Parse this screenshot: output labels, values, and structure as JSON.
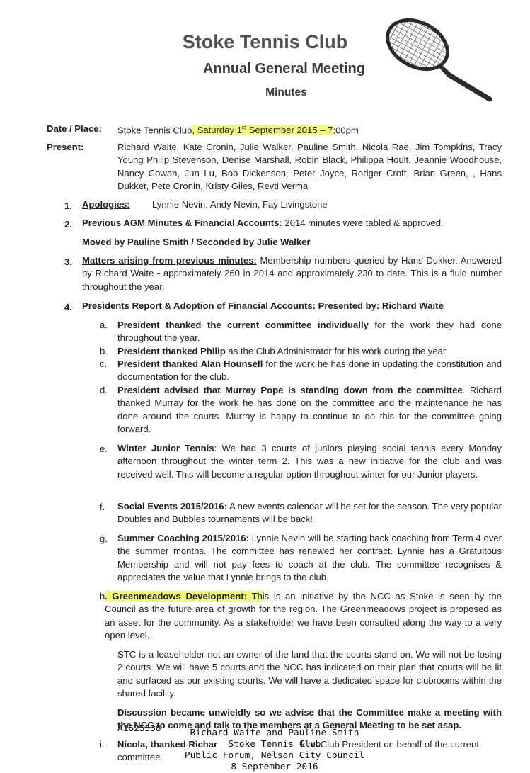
{
  "header": {
    "club_name": "Stoke Tennis Club",
    "meeting": "Annual General Meeting",
    "doc_type": "Minutes"
  },
  "date_place": {
    "label": "Date / Place:",
    "value_a": "Stoke Tennis Club",
    "value_b": ", Saturday 1",
    "value_sup": "st",
    "value_c": " September 2015 – 7",
    "value_d": ":00pm"
  },
  "present": {
    "label": "Present:",
    "names": "Richard Waite, Kate Cronin, Julie Walker, Pauline Smith, Nicola Rae, Jim Tompkins, Tracy Young Philip Stevenson, Denise Marshall, Robin Black, Philippa Hoult, Jeannie Woodhouse, Nancy Cowan, Jun Lu, Bob Dickenson, Peter Joyce, Rodger Croft, Brian Green, , Hans Dukker, Pete Cronin, Kristy Giles, Revti Verma"
  },
  "items": {
    "i1": {
      "num": "1.",
      "heading": "Apologies:",
      "text": "Lynnie Nevin, Andy Nevin, Fay Livingstone"
    },
    "i2": {
      "num": "2.",
      "heading": "Previous AGM Minutes & Financial Accounts:",
      "text": " 2014 minutes were tabled & approved.",
      "moved": "Moved by Pauline Smith / Seconded by Julie Walker"
    },
    "i3": {
      "num": "3.",
      "heading": "Matters arising from previous minutes:",
      "text": " Membership numbers queried by Hans Dukker. Answered by Richard Waite - approximately 260 in 2014 and approximately 230 to date. This is a fluid number throughout the year."
    },
    "i4": {
      "num": "4.",
      "heading": "Presidents Report & Adoption of Financial Accounts",
      "colon": ":",
      "presented": "  Presented by:  Richard Waite"
    }
  },
  "subitems": {
    "a": {
      "letter": "a.",
      "bold": "President thanked the current committee individually",
      "text": " for the work they had done throughout the year."
    },
    "b": {
      "letter": "b.",
      "bold": "President thanked Philip",
      "text": " as the Club Administrator for his work during the year."
    },
    "c": {
      "letter": "c.",
      "bold": "President thanked Alan Hounsell",
      "text": " for the work he has done in updating the constitution and documentation for the club."
    },
    "d": {
      "letter": "d.",
      "bold": "President advised that Murray Pope is standing down from the committee",
      "text": ". Richard thanked Murray for the work he has done on the committee and the maintenance he has done around the courts. Murray is happy to continue to do this for the committee going forward."
    },
    "e": {
      "letter": "e.",
      "bold": "Winter Junior Tennis",
      "text": ": We had 3 courts of juniors playing social tennis every Monday afternoon throughout the winter term 2. This was a new initiative for the club and was received well. This will become a regular option throughout winter for our Junior players."
    },
    "f": {
      "letter": "f.",
      "bold": "Social Events 2015/2016:",
      "text": " A new events calendar will be set for the season. The very popular Doubles and Bubbles tournaments will be back!"
    },
    "g": {
      "letter": "g.",
      "bold": "Summer Coaching 2015/2016:",
      "text": " Lynnie Nevin will be starting back coaching from Term 4 over the summer months. The committee has renewed her contract. Lynnie has a Gratuitous Membership and will not pay fees to coach at the club. The committee recognises & appreciates the value that Lynnie brings to the club."
    },
    "h": {
      "letter": "h",
      "dot": ".",
      "bold": "Greenmeadows Development:",
      "hl_text": " Th",
      "text": "is is an initiative by the NCC as Stoke is seen by the Council as the future area of growth for the region. The Greenmeadows project is proposed as an asset for the community. As a stakeholder we have been consulted along the way to a very open level.",
      "para2": "STC is a leaseholder not an owner of the land that the courts stand on. We will not be losing 2 courts. We will have 5 courts and the NCC has indicated on their plan that courts will be lit and surfaced as our existing courts. We will have a dedicated space for clubrooms within the shared facility.",
      "para3": "Discussion became unwieldly so we advise that the Committee make a meeting with the NCC to come and talk to the members at a General Meeting to be set asap."
    },
    "i": {
      "letter": "i.",
      "text_a": "Nicola, thanked Richar",
      "text_b": "k as Club President on behalf of the current committee."
    }
  },
  "stamp": {
    "id": "A1625538",
    "line1": "Richard Waite and Pauline Smith",
    "line2": "Stoke Tennis Club",
    "line3": "Public Forum, Nelson City Council",
    "line4": "8 September 2016"
  },
  "colors": {
    "highlight": "#f2fa7c",
    "title": "#505050"
  },
  "icons": [
    "tennis-racket-icon"
  ]
}
